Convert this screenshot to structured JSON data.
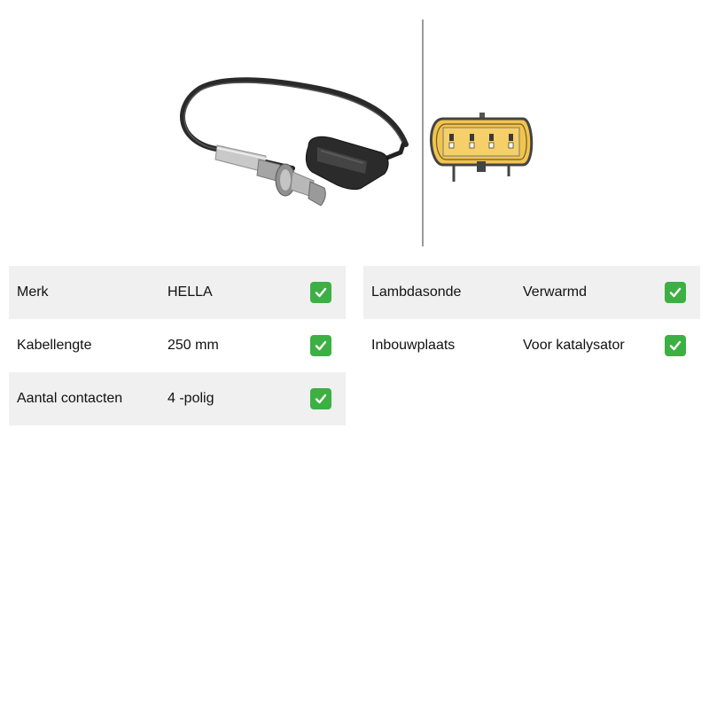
{
  "images": {
    "sensor": {
      "icon": "lambda-sensor-photo"
    },
    "connector": {
      "icon": "connector-4-pin-diagram"
    }
  },
  "colors": {
    "row_shade": "#f0f0f0",
    "check_green": "#3cb043",
    "connector_yellow": "#f2c44e"
  },
  "specs_left": [
    {
      "label": "Merk",
      "value": "HELLA",
      "check_icon": "check-mark-icon"
    },
    {
      "label": "Kabellengte",
      "value": "250 mm",
      "check_icon": "check-mark-icon"
    },
    {
      "label": "Aantal contacten",
      "value": "4 -polig",
      "check_icon": "check-mark-icon"
    }
  ],
  "specs_right": [
    {
      "label": "Lambdasonde",
      "value": "Verwarmd",
      "check_icon": "check-mark-icon"
    },
    {
      "label": "Inbouwplaats",
      "value": "Voor katalysator",
      "check_icon": "check-mark-icon"
    }
  ]
}
